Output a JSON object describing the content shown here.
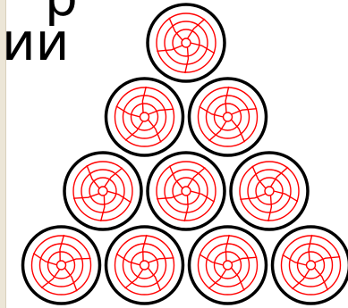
{
  "caption": {
    "top_fragment": "р",
    "bottom_fragment": "ии"
  },
  "pile": {
    "rows": [
      1,
      2,
      3,
      4
    ],
    "log_outline_color": "#000000",
    "ring_color": "#ff0000",
    "fill_color": "#ffffff"
  }
}
